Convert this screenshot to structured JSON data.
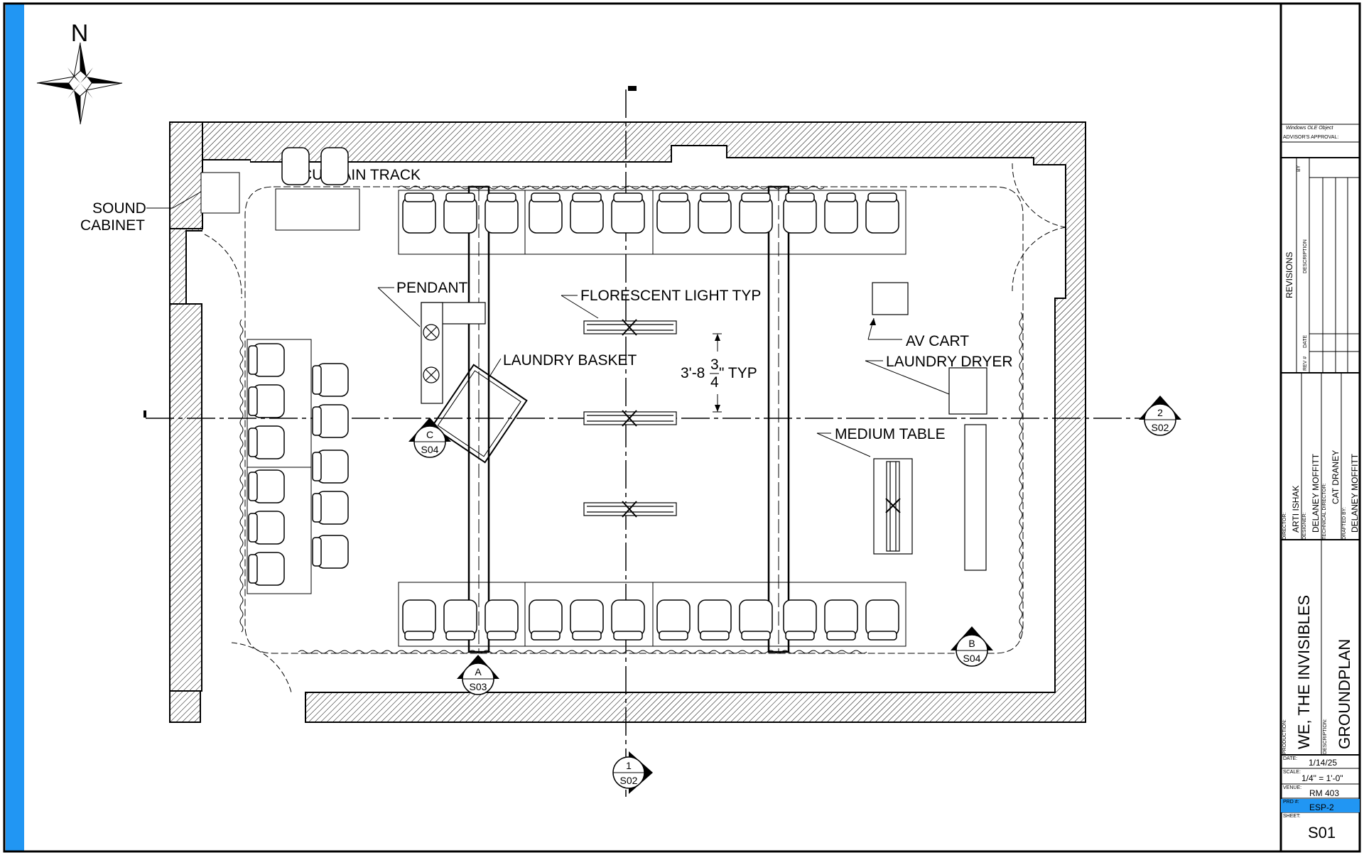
{
  "compass": {
    "letter": "N"
  },
  "labels": {
    "sound_cabinet_1": "SOUND",
    "sound_cabinet_2": "CABINET",
    "curtain_track": "CURTAIN TRACK",
    "pendant": "PENDANT",
    "florescent_light": "FLORESCENT LIGHT TYP",
    "laundry_basket": "LAUNDRY BASKET",
    "av_cart": "AV CART",
    "laundry_dryer": "LAUNDRY DRYER",
    "medium_table": "MEDIUM TABLE",
    "dim_prefix": "3'-8",
    "dim_num": "3",
    "dim_den": "4",
    "dim_suffix": "\" TYP"
  },
  "section_markers": [
    {
      "letter": "C",
      "sheet": "S04"
    },
    {
      "letter": "A",
      "sheet": "S03"
    },
    {
      "letter": "B",
      "sheet": "S04"
    },
    {
      "letter": "1",
      "sheet": "S02"
    },
    {
      "letter": "2",
      "sheet": "S02"
    }
  ],
  "title_block": {
    "ole_object": "Windows OLE Object",
    "advisor_approval": "ADVISOR'S APPROVAL:",
    "revisions": "REVISIONS",
    "rev_description": "DESCRIPTION",
    "rev_date": "DATE",
    "rev_num": "REV #",
    "rev_by": "BY",
    "director_label": "DIRECTOR:",
    "director": "ARTI ISHAK",
    "designer_label": "DESIGNER:",
    "designer": "DELANEY MOFFITT",
    "tech_director_label": "TECHNICAL DIRECTOR:",
    "tech_director": "CAT DRANEY",
    "drafted_by_label": "DRAFTED BY:",
    "drafted_by": "DELANEY MOFFITT",
    "production_label": "PRODUCTION:",
    "production": "WE, THE INVISIBLES",
    "description_label": "DESCRIPTION:",
    "description": "GROUNDPLAN",
    "date_label": "DATE:",
    "date": "1/14/25",
    "scale_label": "SCALE:",
    "scale": "1/4\" = 1'-0\"",
    "venue_label": "VENUE:",
    "venue": "RM 403",
    "prd_label": "PRD #:",
    "prd": "ESP-2",
    "sheet_label": "SHEET:",
    "sheet": "S01"
  },
  "colors": {
    "border_accent": "#2196f3",
    "line": "#000000",
    "prd_fill": "#2196f3"
  }
}
